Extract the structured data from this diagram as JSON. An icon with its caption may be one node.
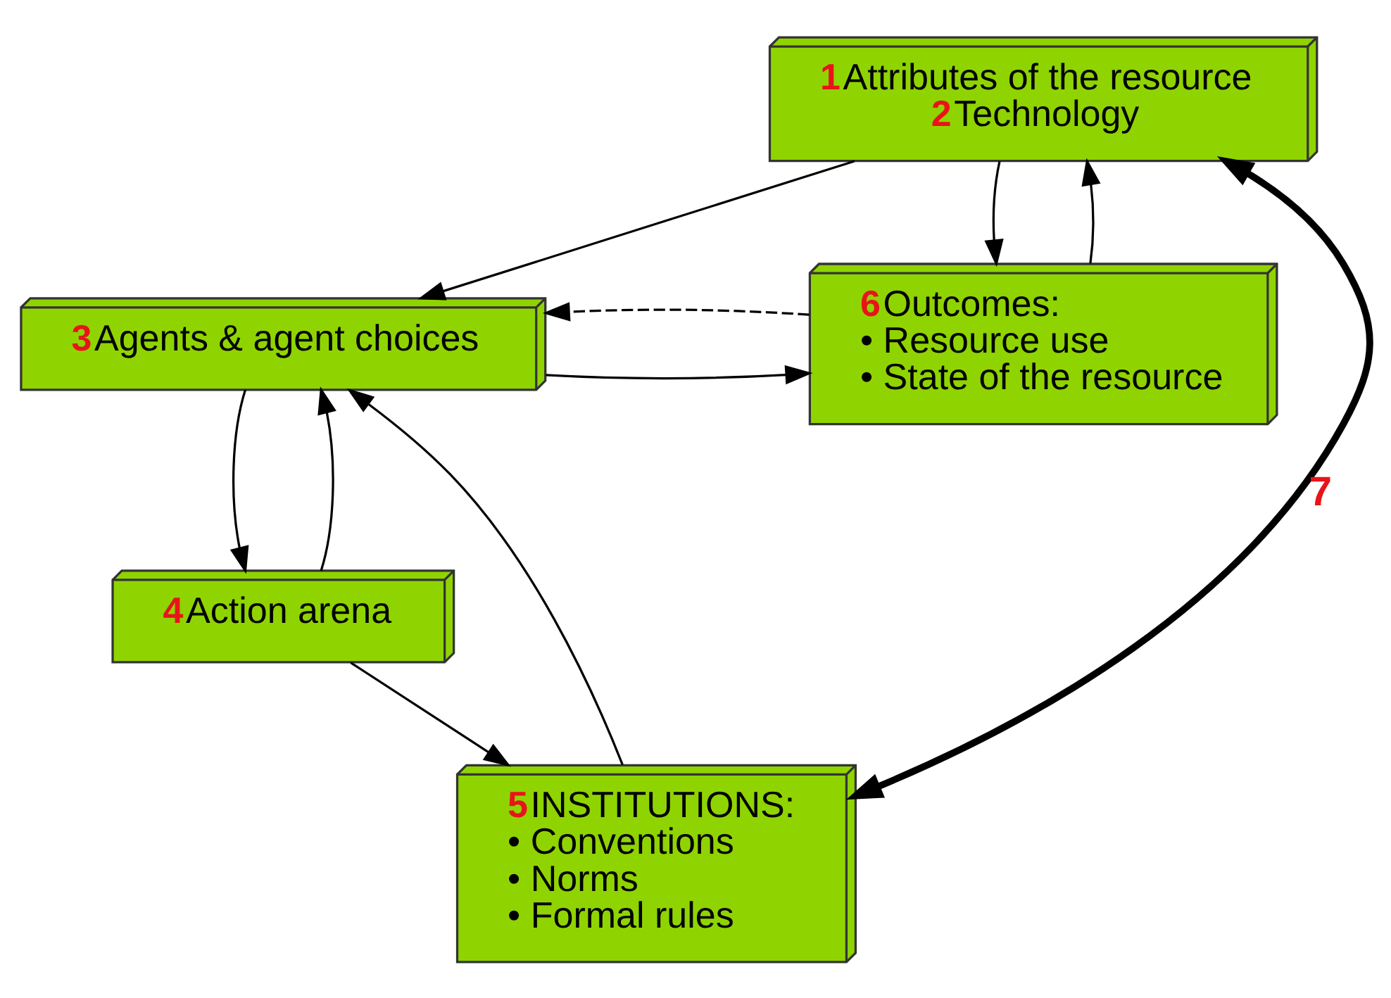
{
  "diagram": {
    "nodes": [
      {
        "text": [
          "1",
          "Attributes of the resource",
          "2",
          "Technology"
        ]
      },
      {
        "text": [
          "3",
          "Agents & agent choices"
        ]
      },
      {
        "text": [
          "4",
          "Action arena"
        ]
      },
      {
        "text": [
          "5",
          "INSTITUTIONS:",
          "• Conventions",
          "• Norms",
          "• Formal rules"
        ]
      },
      {
        "text": [
          "6",
          "Outcomes:",
          "• Resource use",
          "• State of the resource"
        ]
      }
    ],
    "edges": [
      {
        "from": 0,
        "to": 1,
        "arrow": "to"
      },
      {
        "from": 1,
        "to": 2,
        "arrow": "to"
      },
      {
        "from": 2,
        "to": 1,
        "arrow": "to"
      },
      {
        "from": 3,
        "to": 1,
        "arrow": "to"
      },
      {
        "from": 2,
        "to": 3,
        "arrow": "to"
      },
      {
        "from": 1,
        "to": 4,
        "arrow": "to"
      },
      {
        "from": 4,
        "to": 1,
        "arrow": "to",
        "style": "dashed"
      },
      {
        "from": 0,
        "to": 4,
        "arrow": "to"
      },
      {
        "from": 4,
        "to": 0,
        "arrow": "to"
      },
      {
        "from": 3,
        "to": 0,
        "arrow": "both",
        "label": "7",
        "style": "thick"
      }
    ]
  }
}
